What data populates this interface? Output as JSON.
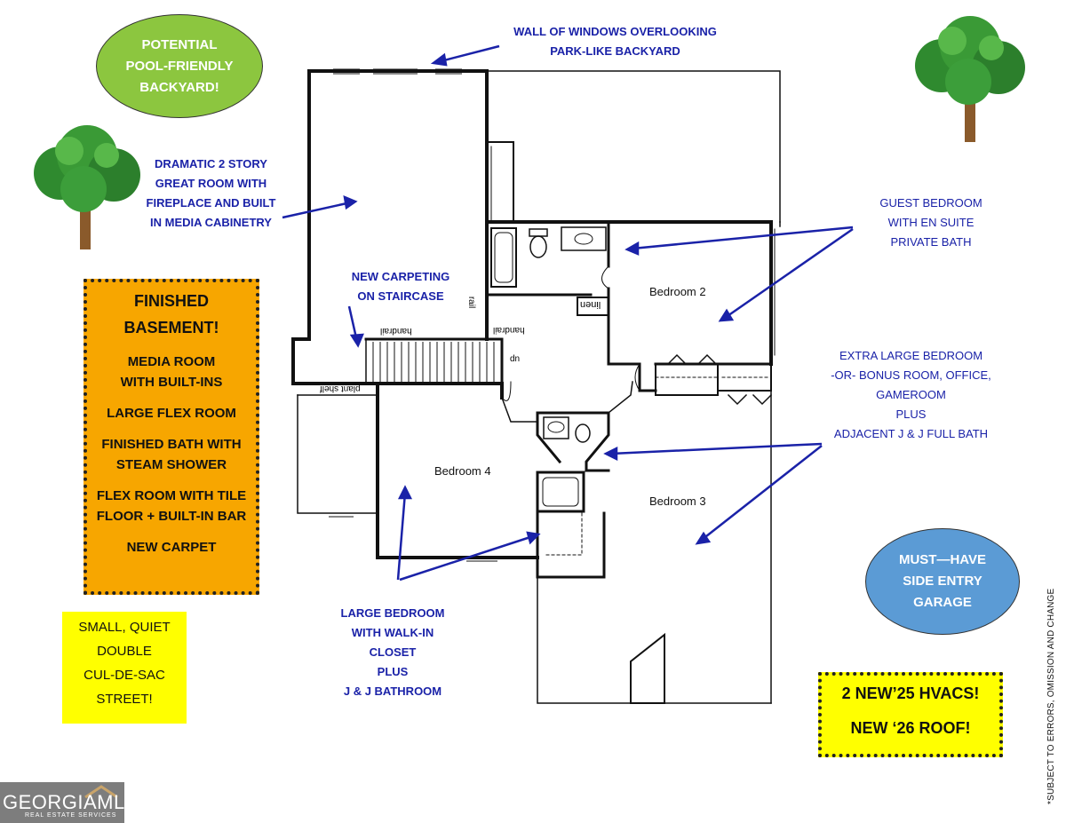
{
  "callouts": {
    "windows": [
      "WALL OF WINDOWS OVERLOOKING",
      "PARK-LIKE BACKYARD"
    ],
    "great_room": [
      "DRAMATIC 2 STORY",
      "GREAT ROOM WITH",
      "FIREPLACE AND BUILT",
      "IN MEDIA CABINETRY"
    ],
    "carpeting": [
      "NEW CARPETING",
      "ON STAIRCASE"
    ],
    "guest_bedroom": [
      "GUEST BEDROOM",
      "WITH EN SUITE",
      "PRIVATE BATH"
    ],
    "extra_large": [
      "EXTRA LARGE  BEDROOM",
      "-OR-   BONUS ROOM, OFFICE,",
      "GAMEROOM",
      "PLUS",
      "ADJACENT J & J FULL BATH"
    ],
    "large_bedroom": [
      "LARGE BEDROOM",
      "WITH WALK-IN",
      "CLOSET",
      "PLUS",
      "J & J BATHROOM"
    ]
  },
  "pool_oval": [
    "POTENTIAL",
    "POOL-FRIENDLY",
    "BACKYARD!"
  ],
  "garage_oval": [
    "MUST—HAVE",
    "SIDE ENTRY",
    "GARAGE"
  ],
  "basement": {
    "title": [
      "FINISHED",
      "BASEMENT!"
    ],
    "items": [
      [
        "MEDIA ROOM",
        "WITH BUILT-INS"
      ],
      [
        "LARGE FLEX ROOM"
      ],
      [
        "FINISHED BATH WITH",
        "STEAM SHOWER"
      ],
      [
        "FLEX ROOM WITH TILE",
        "FLOOR + BUILT-IN BAR"
      ],
      [
        "NEW CARPET"
      ]
    ]
  },
  "street": [
    "SMALL, QUIET",
    "DOUBLE",
    "CUL-DE-SAC",
    "STREET!"
  ],
  "hvac": [
    "2 NEW’25 HVACS!",
    "NEW ‘26 ROOF!"
  ],
  "rooms": {
    "bedroom2": "Bedroom 2",
    "bedroom3": "Bedroom 3",
    "bedroom4": "Bedroom 4"
  },
  "plan_labels": {
    "linen": "linen",
    "handrail": "handrail",
    "plant_shelf": "plant shelf",
    "rail": "rail",
    "handrail2": "handrail",
    "dn": "dn"
  },
  "disclaimer": "*SUBJECT TO ERRORS, OMISSION AND CHANGE",
  "logo": {
    "word": "GEORGIAMLS",
    "sub": "REAL ESTATE SERVICES"
  },
  "colors": {
    "pool": "#8cc63f",
    "garage": "#5b9bd5",
    "basement": "#f7a600",
    "note_blue": "#1a22a8",
    "highlight": "#ffff00"
  }
}
